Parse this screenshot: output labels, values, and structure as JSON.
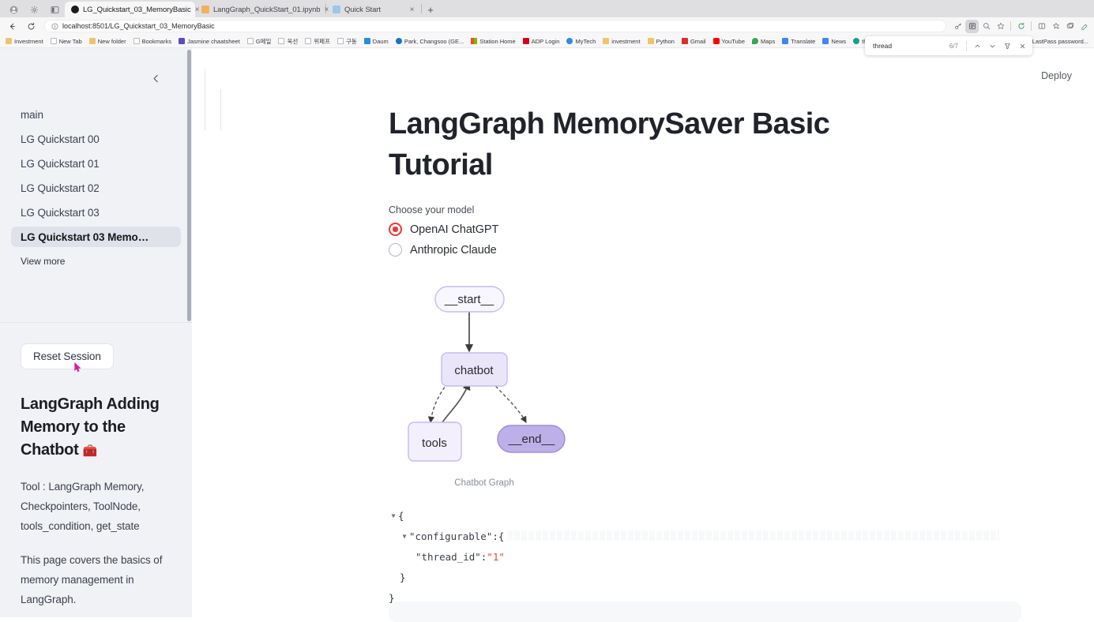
{
  "browser": {
    "window_buttons": [
      "profile-icon",
      "collections-icon",
      "split-screen-icon"
    ],
    "tabs": [
      {
        "title": "LG_Quickstart_03_MemoryBasic",
        "favicon_color": "#1a1a1a",
        "active": true,
        "close": "×"
      },
      {
        "title": "LangGraph_QuickStart_01.ipynb",
        "favicon_color": "#f0b259",
        "active": false,
        "close": "×"
      },
      {
        "title": "Quick Start",
        "favicon_color": "#6aa9e0",
        "active": false,
        "close": "×"
      }
    ],
    "new_tab_label": "+",
    "nav": {
      "back_icon": "arrow-left-icon",
      "reload_icon": "reload-icon",
      "url": "localhost:8501/LG_Quickstart_03_MemoryBasic",
      "info_icon": "info-icon",
      "star_icon": "star-icon",
      "toolbar_icons": [
        "key-icon",
        "reader-mode-icon",
        "zoom-icon",
        "favorite-icon",
        "refresh-icon",
        "split-icon",
        "collections-star-icon",
        "copilot-icon",
        "settings-icon"
      ]
    },
    "bookmarks": [
      {
        "label": "Investment",
        "icon": "folder-icon",
        "color": "#f0c36a"
      },
      {
        "label": "New Tab",
        "icon": "page-icon",
        "color": "#ffffff"
      },
      {
        "label": "New folder",
        "icon": "folder-icon",
        "color": "#f0c36a"
      },
      {
        "label": "Bookmarks",
        "icon": "page-icon",
        "color": "#ffffff"
      },
      {
        "label": "Jasmine chaatsheet",
        "icon": "app-icon",
        "color": "#5b4bc4"
      },
      {
        "label": "G메일",
        "icon": "page-icon",
        "color": "#ffffff"
      },
      {
        "label": "욱선",
        "icon": "page-icon",
        "color": "#ffffff"
      },
      {
        "label": "위페프",
        "icon": "page-icon",
        "color": "#ffffff"
      },
      {
        "label": "구동",
        "icon": "page-icon",
        "color": "#ffffff"
      },
      {
        "label": "Daum",
        "icon": "daum-icon",
        "color": "#2d8ae0"
      },
      {
        "label": "Park, Changsoo (GE...",
        "icon": "profile-icon",
        "color": "#1a73c8"
      },
      {
        "label": "Station Home",
        "icon": "windows-icon",
        "color": "#f25022"
      },
      {
        "label": "ADP Login",
        "icon": "adp-icon",
        "color": "#d0021b"
      },
      {
        "label": "MyTech",
        "icon": "mytech-icon",
        "color": "#2d8ae0"
      },
      {
        "label": "investment",
        "icon": "folder-icon",
        "color": "#f0c36a"
      },
      {
        "label": "Python",
        "icon": "folder-icon",
        "color": "#f0c36a"
      },
      {
        "label": "Gmail",
        "icon": "gmail-icon",
        "color": "#d93025"
      },
      {
        "label": "YouTube",
        "icon": "youtube-icon",
        "color": "#ff0000"
      },
      {
        "label": "Maps",
        "icon": "maps-icon",
        "color": "#34a853"
      },
      {
        "label": "Translate",
        "icon": "translate-icon",
        "color": "#4285f4"
      },
      {
        "label": "News",
        "icon": "news-icon",
        "color": "#4285f4"
      },
      {
        "label": "thread",
        "icon": "copilot-icon",
        "color": "#1a9e8f"
      },
      {
        "label": "LastPass password...",
        "icon": "page-icon",
        "color": "#ffffff"
      }
    ],
    "bookmarks_overflow": "›",
    "find_bar": {
      "query": "thread",
      "count": "6/7",
      "prev_icon": "chevron-up-icon",
      "next_icon": "chevron-down-icon",
      "filter_icon": "filter-icon",
      "close_icon": "close-icon"
    }
  },
  "sidebar": {
    "collapse_icon": "chevron-left-icon",
    "items": [
      {
        "label": "main",
        "active": false
      },
      {
        "label": "LG Quickstart 00",
        "active": false
      },
      {
        "label": "LG Quickstart 01",
        "active": false
      },
      {
        "label": "LG Quickstart 02",
        "active": false
      },
      {
        "label": "LG Quickstart 03",
        "active": false
      },
      {
        "label": "LG Quickstart 03 Memo…",
        "active": true
      }
    ],
    "view_more": "View more",
    "reset_button": "Reset Session",
    "heading": "LangGraph Adding Memory to the Chatbot",
    "heading_emoji": "🧰",
    "paragraph1": "Tool : LangGraph Memory, Checkpointers, ToolNode, tools_condition, get_state",
    "paragraph2": "This page covers the basics of memory management in LangGraph."
  },
  "main": {
    "deploy_label": "Deploy",
    "title": "LangGraph MemorySaver Basic Tutorial",
    "radio_group_label": "Choose your model",
    "radio_options": [
      {
        "label": "OpenAI ChatGPT",
        "selected": true
      },
      {
        "label": "Anthropic Claude",
        "selected": false
      }
    ],
    "graph": {
      "caption": "Chatbot Graph",
      "nodes": [
        {
          "id": "start",
          "label": "__start__",
          "shape": "stadium",
          "fill": "#f6f4fd",
          "stroke": "#c9bff0"
        },
        {
          "id": "chatbot",
          "label": "chatbot",
          "shape": "rect",
          "fill": "#ece7fa",
          "stroke": "#c9bff0"
        },
        {
          "id": "tools",
          "label": "tools",
          "shape": "rect",
          "fill": "#f3effc",
          "stroke": "#c9bff0"
        },
        {
          "id": "end",
          "label": "__end__",
          "shape": "stadium",
          "fill": "#bdb0e8",
          "stroke": "#9e8edb"
        }
      ],
      "edges": [
        {
          "from": "start",
          "to": "chatbot",
          "style": "solid"
        },
        {
          "from": "chatbot",
          "to": "tools",
          "style": "dashed"
        },
        {
          "from": "chatbot",
          "to": "end",
          "style": "dashed"
        },
        {
          "from": "tools",
          "to": "chatbot",
          "style": "solid"
        }
      ]
    },
    "json_viewer": {
      "lines": [
        {
          "triangle": "▼",
          "indent": 0,
          "text": "{"
        },
        {
          "triangle": "▼",
          "indent": 1,
          "key": "\"configurable\"",
          "sep": " : ",
          "text": "{"
        },
        {
          "triangle": "",
          "indent": 2,
          "key": "\"thread_id\"",
          "sep": " : ",
          "value": "\"1\""
        },
        {
          "triangle": "",
          "indent": 1,
          "text": "}"
        },
        {
          "triangle": "",
          "indent": 0,
          "text": "}"
        }
      ]
    }
  },
  "colors": {
    "accent_red": "#e8393a",
    "sidebar_bg": "#f0f2f6",
    "node_purple": "#bdb0e8",
    "json_string": "#d94a3d"
  }
}
